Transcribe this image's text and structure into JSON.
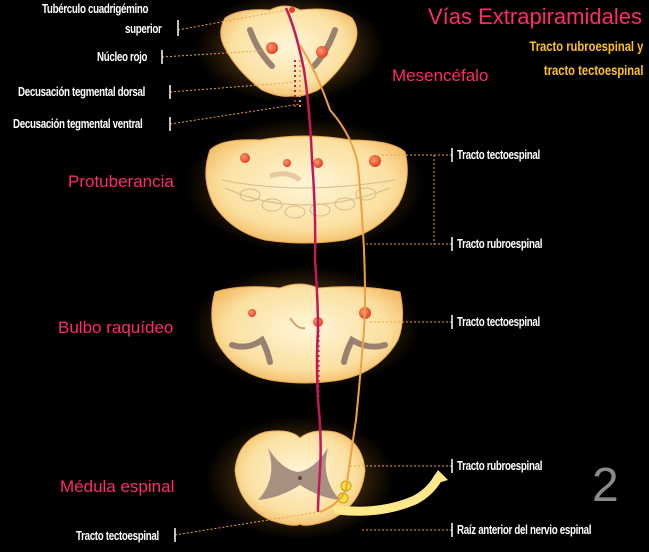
{
  "title": "Vías Extrapiramidales",
  "subtitle_line1": "Tracto rubroespinal y",
  "subtitle_line2": "tracto tectoespinal",
  "regions": {
    "mesencefalo": "Mesencéfalo",
    "protuberancia": "Protuberancia",
    "bulbo": "Bulbo raquídeo",
    "medula": "Médula espinal"
  },
  "left_labels": {
    "tuberculo_1": "Tubérculo cuadrigémino",
    "tuberculo_2": "superior",
    "nucleo_rojo": "Núcleo rojo",
    "decusacion_dorsal": "Decusación tegmental dorsal",
    "decusacion_ventral": "Decusación tegmental ventral",
    "tracto_tecto_bottom": "Tracto tectoespinal"
  },
  "right_labels": {
    "tecto_1": "Tracto tectoespinal",
    "rubro_1": "Tracto rubroespinal",
    "tecto_2": "Tracto tectoespinal",
    "rubro_2": "Tracto rubroespinal",
    "raiz": "Raíz anterior del nervio espinal"
  },
  "page_number": "2",
  "colors": {
    "rubro_tract": "#c2185b",
    "tecto_tract": "#f0a040",
    "title": "#ff2a6a",
    "subtitle": "#ffc31f",
    "tissue": "#fbe3a8"
  }
}
